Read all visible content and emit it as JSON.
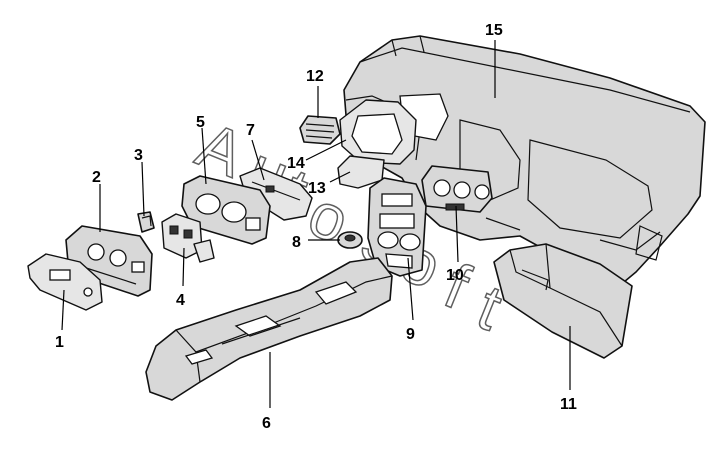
{
  "callouts": [
    {
      "id": "1",
      "label": "1"
    },
    {
      "id": "2",
      "label": "2"
    },
    {
      "id": "3",
      "label": "3"
    },
    {
      "id": "4",
      "label": "4"
    },
    {
      "id": "5",
      "label": "5"
    },
    {
      "id": "6",
      "label": "6"
    },
    {
      "id": "7",
      "label": "7"
    },
    {
      "id": "8",
      "label": "8"
    },
    {
      "id": "9",
      "label": "9"
    },
    {
      "id": "10",
      "label": "10"
    },
    {
      "id": "11",
      "label": "11"
    },
    {
      "id": "12",
      "label": "12"
    },
    {
      "id": "13",
      "label": "13"
    },
    {
      "id": "14",
      "label": "14"
    },
    {
      "id": "15",
      "label": "15"
    }
  ],
  "watermark": {
    "text": "AutoSoft"
  }
}
